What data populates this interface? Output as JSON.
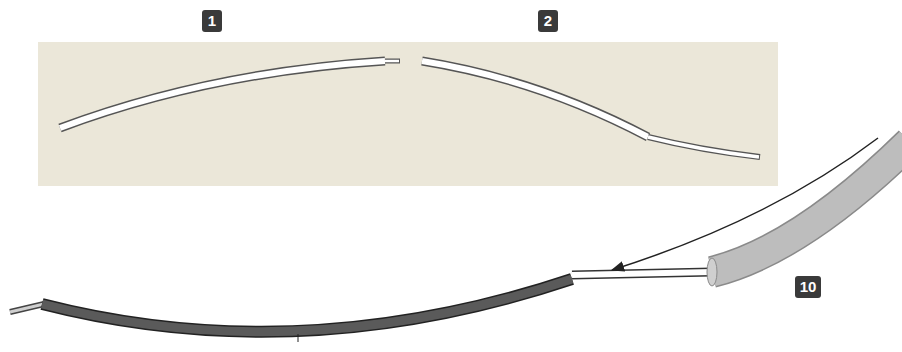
{
  "diagram": {
    "labels": [
      "1",
      "2",
      "10"
    ]
  }
}
